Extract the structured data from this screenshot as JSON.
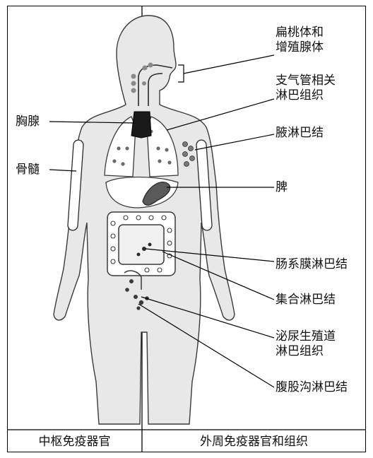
{
  "labels": {
    "tonsil_1": "扁桃体和",
    "tonsil_2": "增殖腺体",
    "bronchial_1": "支气管相关",
    "bronchial_2": "淋巴组织",
    "thymus": "胸腺",
    "axillary": "腋淋巴结",
    "bone_marrow": "骨髓",
    "spleen": "脾",
    "mesenteric": "肠系膜淋巴结",
    "peyer": "集合淋巴结",
    "urogenital_1": "泌尿生殖道",
    "urogenital_2": "淋巴组织",
    "inguinal": "腹股沟淋巴结"
  },
  "footer": {
    "central": "中枢免疫器官",
    "peripheral": "外周免疫器官和组织"
  },
  "colors": {
    "body_fill": "#e8e8e8",
    "outline": "#3a3a3a",
    "organ_dark": "#1a1a1a",
    "organ_mid": "#5a5a5a"
  }
}
